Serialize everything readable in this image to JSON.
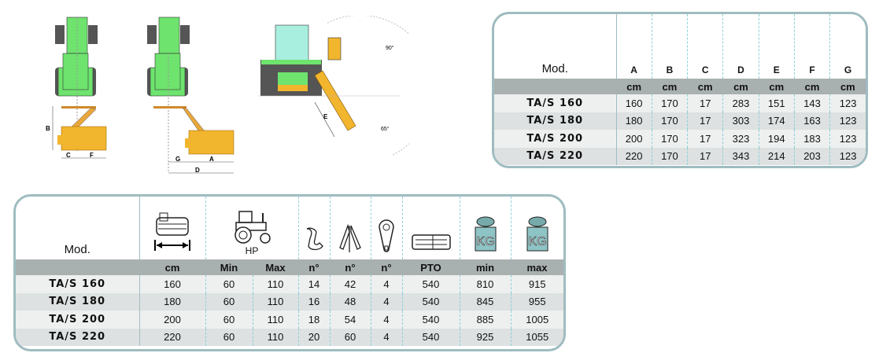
{
  "drawings": {
    "labels": {
      "B": "B",
      "C": "C",
      "F": "F",
      "G": "G",
      "A": "A",
      "D": "D",
      "E": "E",
      "angle_90": "90°",
      "angle_65": "65°"
    }
  },
  "dimensions_table": {
    "mod_label": "Mod.",
    "columns": [
      "A",
      "B",
      "C",
      "D",
      "E",
      "F",
      "G"
    ],
    "units": [
      "cm",
      "cm",
      "cm",
      "cm",
      "cm",
      "cm",
      "cm"
    ],
    "rows": [
      {
        "model": "TA/S 160",
        "values": [
          "160",
          "170",
          "17",
          "283",
          "151",
          "143",
          "123"
        ]
      },
      {
        "model": "TA/S 180",
        "values": [
          "180",
          "170",
          "17",
          "303",
          "174",
          "163",
          "123"
        ]
      },
      {
        "model": "TA/S 200",
        "values": [
          "200",
          "170",
          "17",
          "323",
          "194",
          "183",
          "123"
        ]
      },
      {
        "model": "TA/S 220",
        "values": [
          "220",
          "170",
          "17",
          "343",
          "214",
          "203",
          "123"
        ]
      }
    ]
  },
  "specs_table": {
    "mod_label": "Mod.",
    "hp_label": "HP",
    "weight_icon_text": "KG",
    "icons": [
      "mower-width-icon",
      "tractor-icon",
      "hammer-blade-icon",
      "y-blade-icon",
      "belt-drive-icon",
      "pto-shaft-icon",
      "weight-kg-icon",
      "weight-kg-icon"
    ],
    "units": [
      "cm",
      "Min",
      "Max",
      "n°",
      "n°",
      "n°",
      "PTO",
      "min",
      "max"
    ],
    "rows": [
      {
        "model": "TA/S 160",
        "values": [
          "160",
          "60",
          "110",
          "14",
          "42",
          "4",
          "540",
          "810",
          "915"
        ]
      },
      {
        "model": "TA/S 180",
        "values": [
          "180",
          "60",
          "110",
          "16",
          "48",
          "4",
          "540",
          "845",
          "955"
        ]
      },
      {
        "model": "TA/S 200",
        "values": [
          "200",
          "60",
          "110",
          "18",
          "54",
          "4",
          "540",
          "885",
          "1005"
        ]
      },
      {
        "model": "TA/S 220",
        "values": [
          "220",
          "60",
          "110",
          "20",
          "60",
          "4",
          "540",
          "925",
          "1055"
        ]
      }
    ]
  },
  "colors": {
    "tractor": "#6ee36e",
    "mower": "#f2b52e",
    "border": "#9fbcc0",
    "band": "#a9b0b0"
  }
}
